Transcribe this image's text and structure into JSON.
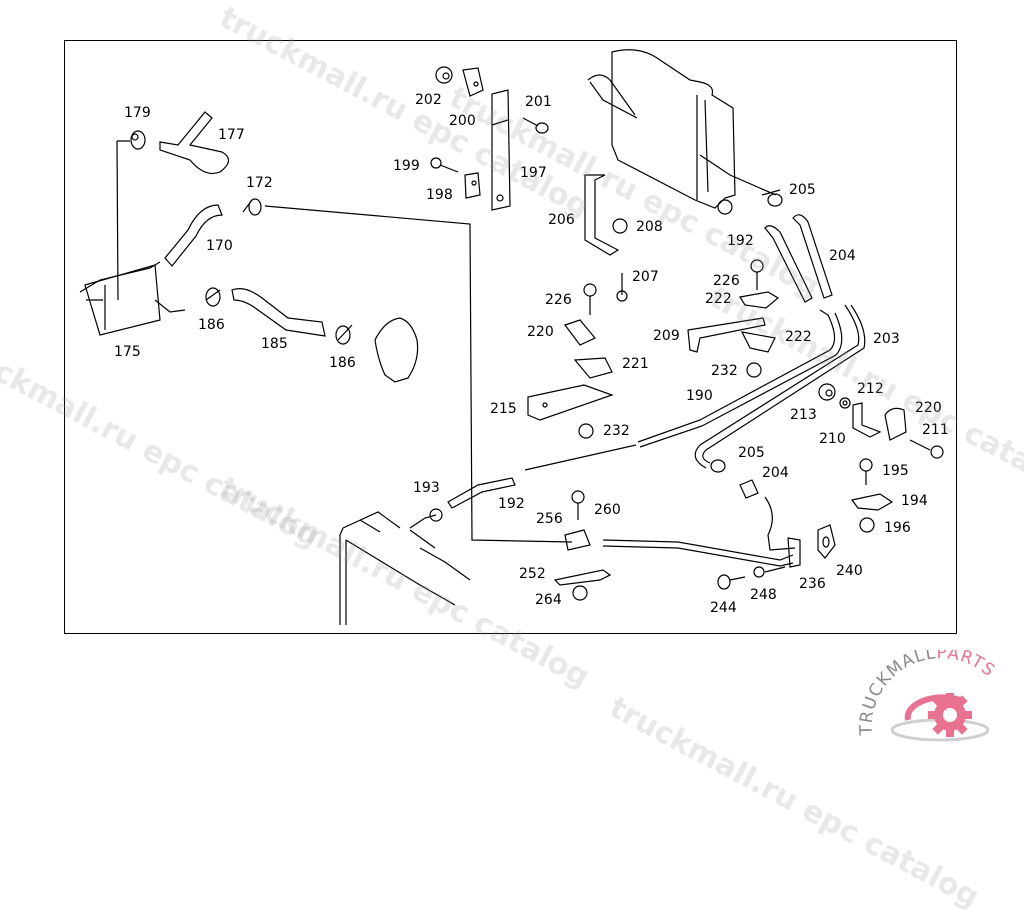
{
  "diagram": {
    "subject": "Coolant expansion tank, hoses and heater core parts catalog illustration",
    "callouts": [
      {
        "id": "179",
        "label": "179"
      },
      {
        "id": "177",
        "label": "177"
      },
      {
        "id": "172",
        "label": "172"
      },
      {
        "id": "170",
        "label": "170"
      },
      {
        "id": "175",
        "label": "175"
      },
      {
        "id": "186a",
        "label": "186"
      },
      {
        "id": "185",
        "label": "185"
      },
      {
        "id": "186b",
        "label": "186"
      },
      {
        "id": "202",
        "label": "202"
      },
      {
        "id": "200",
        "label": "200"
      },
      {
        "id": "201",
        "label": "201"
      },
      {
        "id": "199",
        "label": "199"
      },
      {
        "id": "197",
        "label": "197"
      },
      {
        "id": "198",
        "label": "198"
      },
      {
        "id": "206",
        "label": "206"
      },
      {
        "id": "208",
        "label": "208"
      },
      {
        "id": "205a",
        "label": "205"
      },
      {
        "id": "192a",
        "label": "192"
      },
      {
        "id": "204a",
        "label": "204"
      },
      {
        "id": "207",
        "label": "207"
      },
      {
        "id": "226a",
        "label": "226"
      },
      {
        "id": "226b",
        "label": "226"
      },
      {
        "id": "222a",
        "label": "222"
      },
      {
        "id": "220a",
        "label": "220"
      },
      {
        "id": "209",
        "label": "209"
      },
      {
        "id": "222b",
        "label": "222"
      },
      {
        "id": "221",
        "label": "221"
      },
      {
        "id": "232a",
        "label": "232"
      },
      {
        "id": "203",
        "label": "203"
      },
      {
        "id": "190",
        "label": "190"
      },
      {
        "id": "215",
        "label": "215"
      },
      {
        "id": "232b",
        "label": "232"
      },
      {
        "id": "212",
        "label": "212"
      },
      {
        "id": "213",
        "label": "213"
      },
      {
        "id": "220b",
        "label": "220"
      },
      {
        "id": "211",
        "label": "211"
      },
      {
        "id": "210",
        "label": "210"
      },
      {
        "id": "205b",
        "label": "205"
      },
      {
        "id": "204b",
        "label": "204"
      },
      {
        "id": "195",
        "label": "195"
      },
      {
        "id": "194",
        "label": "194"
      },
      {
        "id": "196",
        "label": "196"
      },
      {
        "id": "193",
        "label": "193"
      },
      {
        "id": "192b",
        "label": "192"
      },
      {
        "id": "256",
        "label": "256"
      },
      {
        "id": "260",
        "label": "260"
      },
      {
        "id": "240",
        "label": "240"
      },
      {
        "id": "236",
        "label": "236"
      },
      {
        "id": "252",
        "label": "252"
      },
      {
        "id": "264",
        "label": "264"
      },
      {
        "id": "244",
        "label": "244"
      },
      {
        "id": "248",
        "label": "248"
      }
    ]
  },
  "watermarks": [
    "truckmall.ru epc catalog",
    "truckmall.ru epc catalog",
    "truckmall.ru epc catalog",
    "truckmall.ru epc catalog",
    "truckmall.ru epc catalog",
    "truckmall.ru epc catalog"
  ],
  "logo": {
    "text_primary": "TRUCKMALL",
    "text_accent": "PARTS",
    "accent_color": "#e8728f",
    "primary_color": "#8a8a8a",
    "icon": "gear-icon"
  }
}
